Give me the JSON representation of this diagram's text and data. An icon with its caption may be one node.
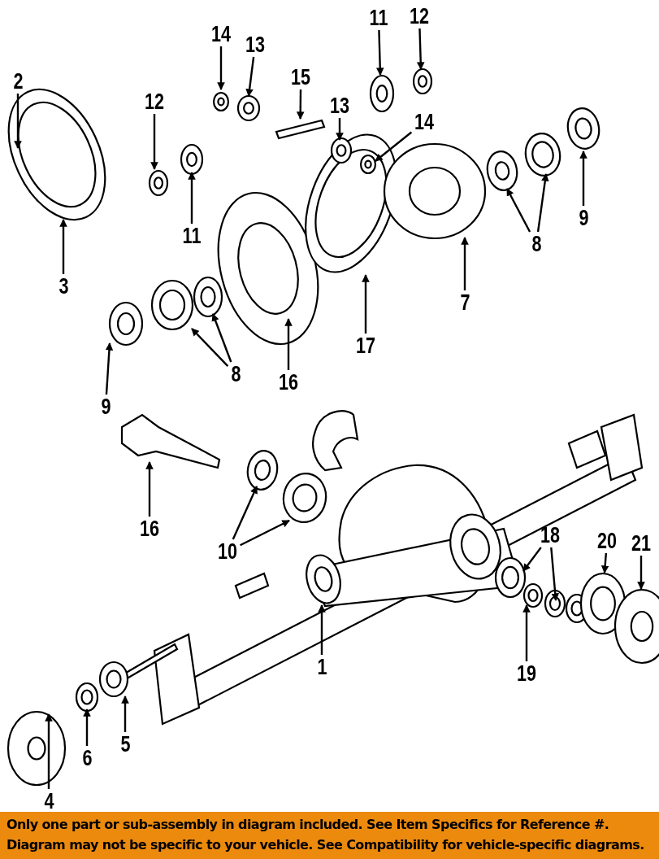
{
  "diagram": {
    "nodes": [
      {
        "text": [
          "2"
        ]
      },
      {
        "text": [
          "3"
        ]
      },
      {
        "text": [
          "12"
        ]
      },
      {
        "text": [
          "11"
        ]
      },
      {
        "text": [
          "14"
        ]
      },
      {
        "text": [
          "13"
        ]
      },
      {
        "text": [
          "15"
        ]
      },
      {
        "text": [
          "13"
        ]
      },
      {
        "text": [
          "14"
        ]
      },
      {
        "text": [
          "11"
        ]
      },
      {
        "text": [
          "12"
        ]
      },
      {
        "text": [
          "7"
        ]
      },
      {
        "text": [
          "8"
        ]
      },
      {
        "text": [
          "9"
        ]
      },
      {
        "text": [
          "16"
        ]
      },
      {
        "text": [
          "17"
        ]
      },
      {
        "text": [
          "8"
        ]
      },
      {
        "text": [
          "9"
        ]
      },
      {
        "text": [
          "16"
        ]
      },
      {
        "text": [
          "10"
        ]
      },
      {
        "text": [
          "18"
        ]
      },
      {
        "text": [
          "20"
        ]
      },
      {
        "text": [
          "21"
        ]
      },
      {
        "text": [
          "1"
        ]
      },
      {
        "text": [
          "19"
        ]
      },
      {
        "text": [
          "4"
        ]
      },
      {
        "text": [
          "6"
        ]
      },
      {
        "text": [
          "5"
        ]
      },
      {
        "text": [
          "Only one part or sub-assembly in diagram included. See Item Specifics for Reference #.",
          "Diagram may not be specific to your vehicle. See Compatibility for vehicle-specific diagrams."
        ]
      },
      {
        "text": [],
        "shape": "bar"
      }
    ],
    "edges": [
      {
        "from": 0,
        "to": null,
        "arrow": "to"
      },
      {
        "from": 1,
        "to": null,
        "arrow": "to"
      },
      {
        "from": 2,
        "to": null,
        "arrow": "to"
      },
      {
        "from": 3,
        "to": null,
        "arrow": "to"
      },
      {
        "from": 4,
        "to": null,
        "arrow": "to"
      },
      {
        "from": 5,
        "to": null,
        "arrow": "to"
      },
      {
        "from": 6,
        "to": 29,
        "arrow": "to"
      },
      {
        "from": 7,
        "to": null,
        "arrow": "to"
      },
      {
        "from": 8,
        "to": null,
        "arrow": "to"
      },
      {
        "from": 9,
        "to": null,
        "arrow": "to"
      },
      {
        "from": 10,
        "to": null,
        "arrow": "to"
      },
      {
        "from": 11,
        "to": null,
        "arrow": "to"
      },
      {
        "from": 12,
        "to": null,
        "arrow": "to"
      },
      {
        "from": 12,
        "to": null,
        "arrow": "to"
      },
      {
        "from": 13,
        "to": null,
        "arrow": "to"
      },
      {
        "from": 14,
        "to": null,
        "arrow": "to"
      },
      {
        "from": 15,
        "to": null,
        "arrow": "to"
      },
      {
        "from": 16,
        "to": null,
        "arrow": "to"
      },
      {
        "from": 16,
        "to": null,
        "arrow": "to"
      },
      {
        "from": 17,
        "to": null,
        "arrow": "to"
      },
      {
        "from": 18,
        "to": null,
        "arrow": "to"
      },
      {
        "from": 19,
        "to": null,
        "arrow": "to"
      },
      {
        "from": 19,
        "to": null,
        "arrow": "to"
      },
      {
        "from": 20,
        "to": null,
        "arrow": "to"
      },
      {
        "from": 20,
        "to": null,
        "arrow": "to"
      },
      {
        "from": 21,
        "to": null,
        "arrow": "to"
      },
      {
        "from": 22,
        "to": null,
        "arrow": "to"
      },
      {
        "from": 23,
        "to": null,
        "arrow": "to"
      },
      {
        "from": 24,
        "to": null,
        "arrow": "to"
      },
      {
        "from": 25,
        "to": null,
        "arrow": "to"
      },
      {
        "from": 26,
        "to": null,
        "arrow": "to"
      },
      {
        "from": 27,
        "to": null,
        "arrow": "to"
      }
    ]
  }
}
